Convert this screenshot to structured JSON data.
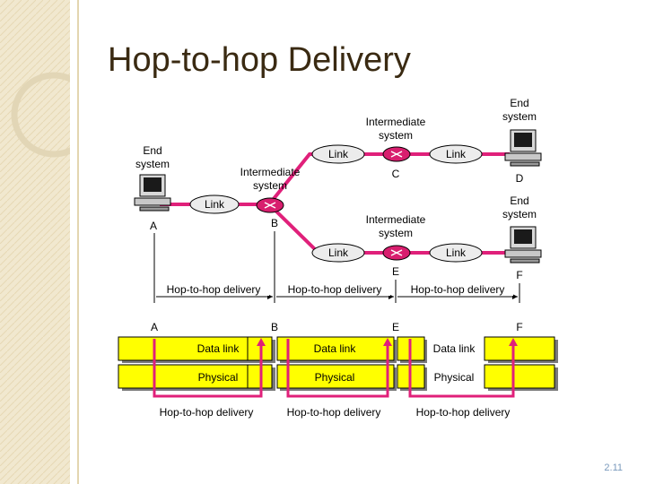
{
  "slide": {
    "title": "Hop-to-hop Delivery",
    "page_number": "2.11"
  },
  "network": {
    "end_system_label_line1": "End",
    "end_system_label_line2": "system",
    "intermediate_label_line1": "Intermediate",
    "intermediate_label_line2": "system",
    "link_label": "Link",
    "nodes": [
      "A",
      "B",
      "C",
      "D",
      "E",
      "F"
    ]
  },
  "hop_labels": {
    "top": [
      "Hop-to-hop delivery",
      "Hop-to-hop delivery",
      "Hop-to-hop delivery"
    ],
    "bottom": [
      "Hop-to-hop delivery",
      "Hop-to-hop delivery",
      "Hop-to-hop delivery"
    ]
  },
  "layers": {
    "data_link": "Data link",
    "physical": "Physical",
    "columns": [
      "A",
      "B",
      "E",
      "F"
    ]
  },
  "colors": {
    "link_line": "#e0207a",
    "layer_fill": "#ffff00",
    "ellipse_fill": "#ececec",
    "router_fill": "#d81e6e"
  }
}
